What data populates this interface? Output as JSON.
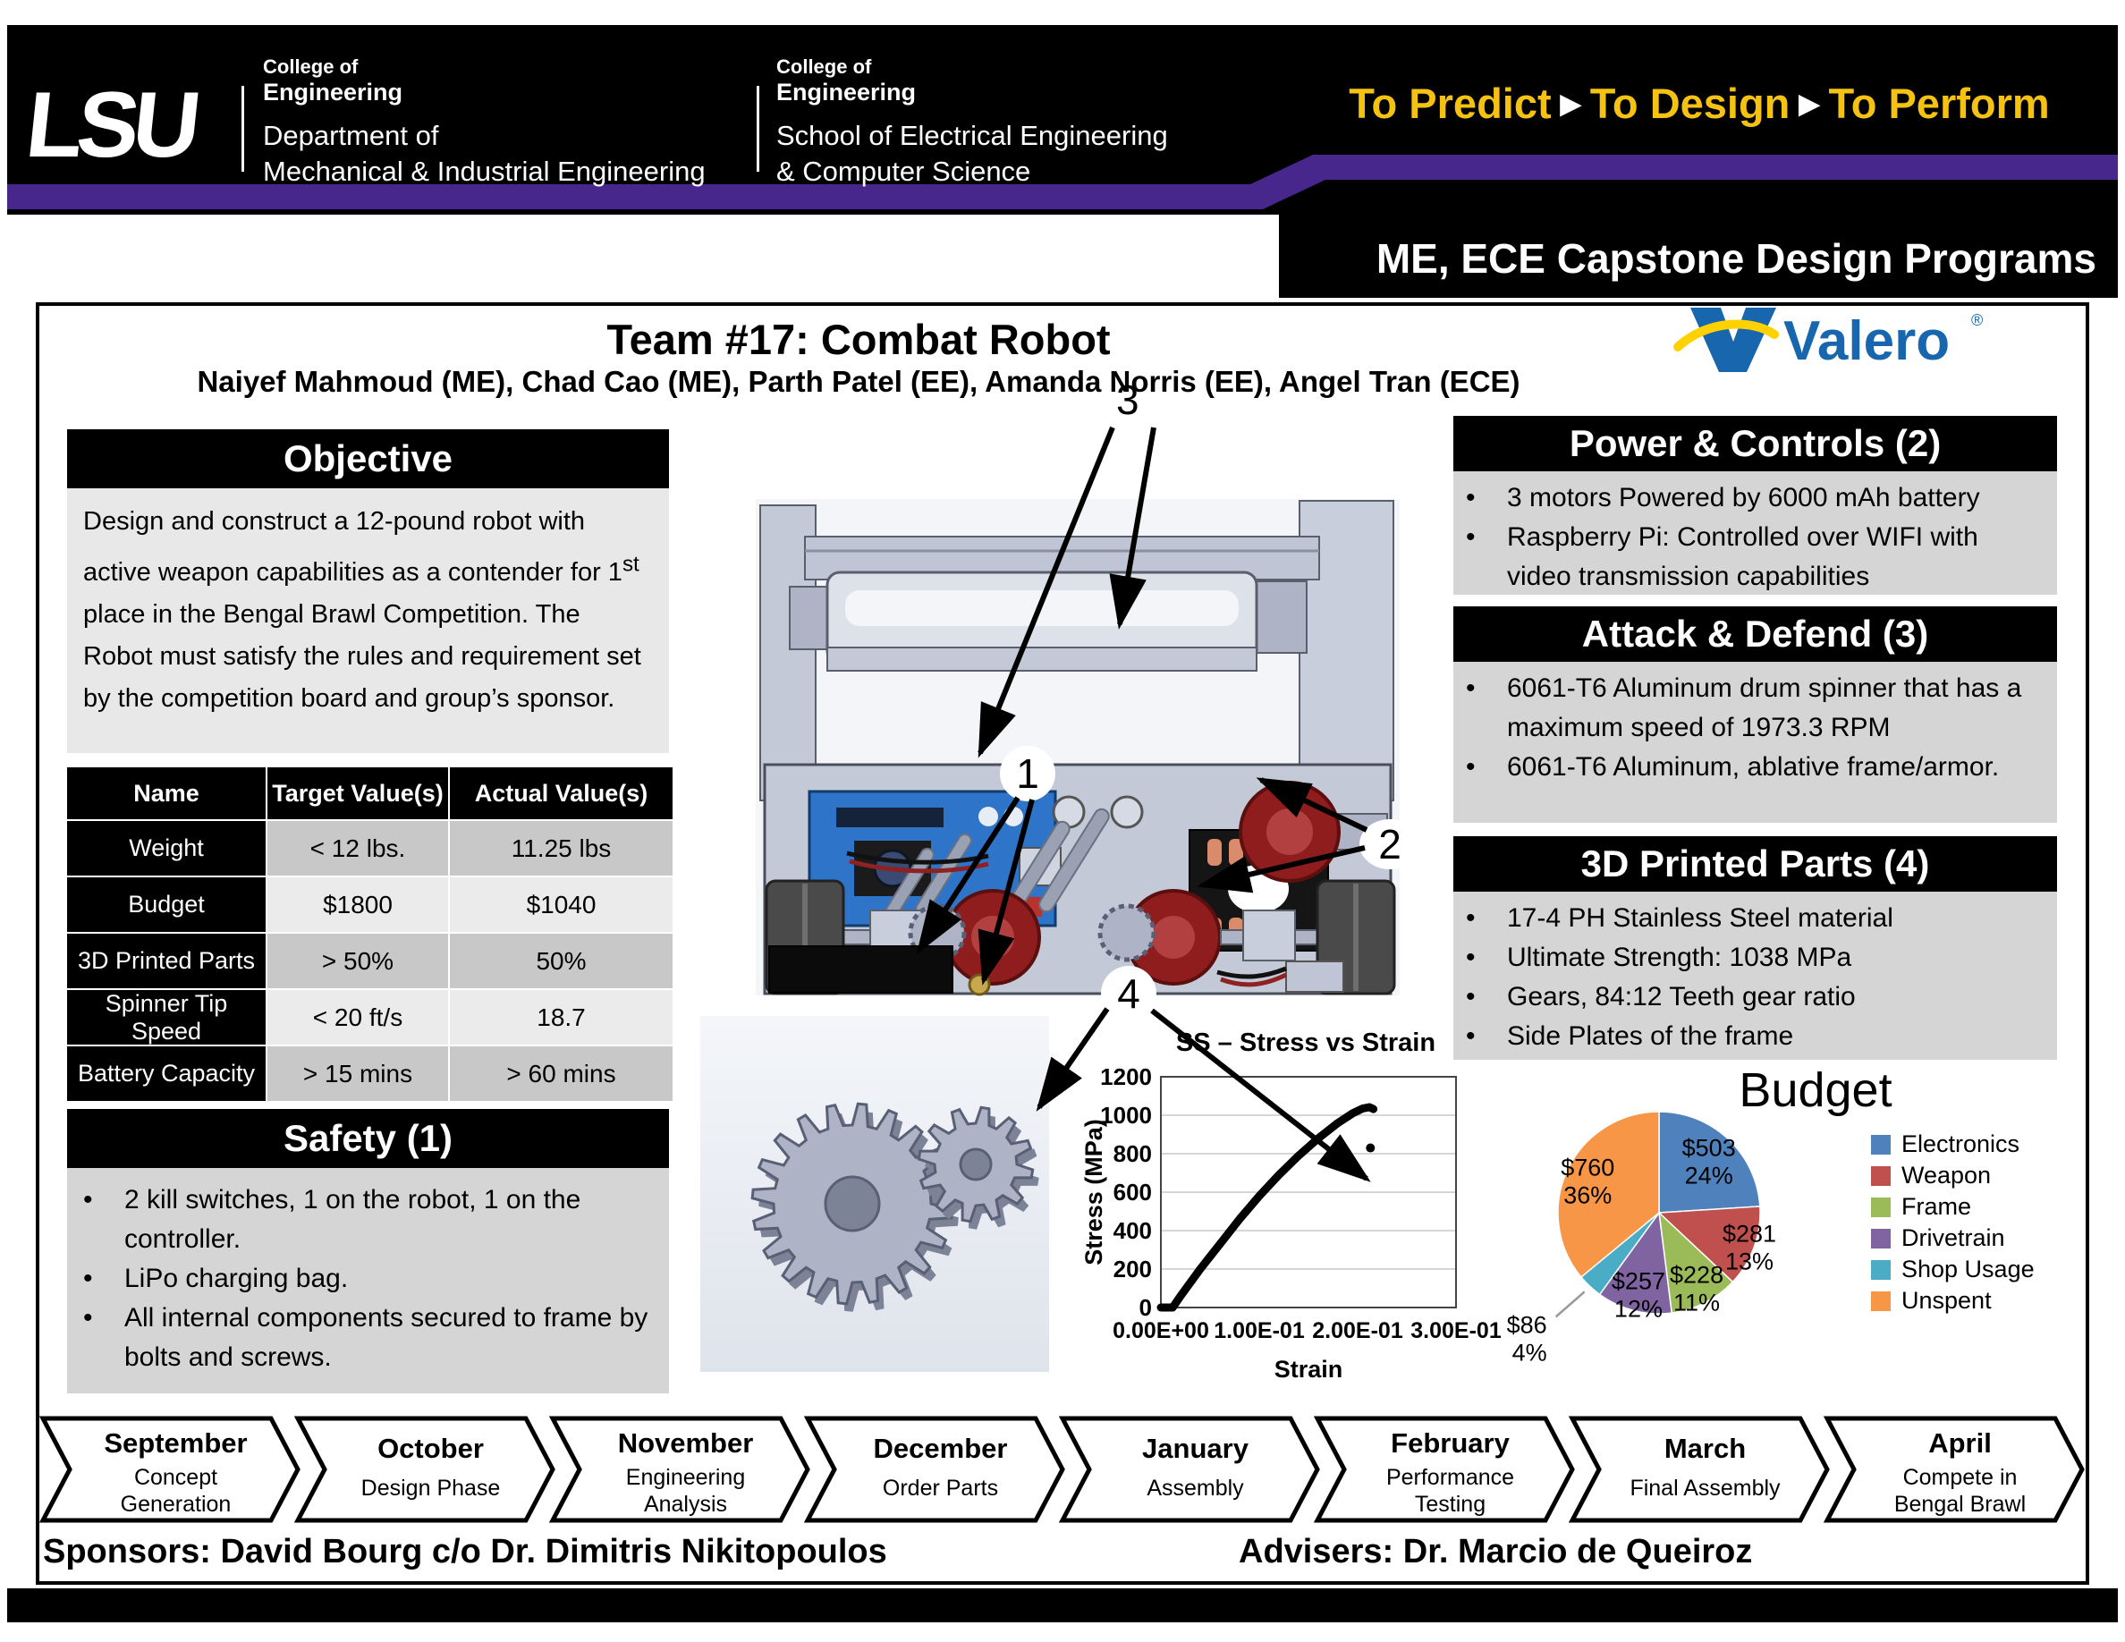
{
  "header": {
    "lsu_logo_text": "LSU",
    "left_college": {
      "line1": "College of",
      "line2": "Engineering",
      "line3": "Department of",
      "line4": "Mechanical & Industrial Engineering"
    },
    "right_college": {
      "line1": "College of",
      "line2": "Engineering",
      "line3": "School of Electrical Engineering",
      "line4": "& Computer Science"
    },
    "slogan": {
      "part1": "To Predict",
      "part2": "To Design",
      "part3": "To Perform",
      "separator": "▶"
    },
    "program_line": "ME, ECE Capstone Design Programs",
    "colors": {
      "lsu_purple": "#48278C",
      "gold": "#F5C211"
    }
  },
  "title_block": {
    "team_title": "Team #17: Combat Robot",
    "members": "Naiyef Mahmoud (ME), Chad Cao (ME), Parth Patel (EE), Amanda Norris (EE), Angel Tran (ECE)",
    "sponsor_logo": {
      "brand": "Valero",
      "registered": "®",
      "blue": "#1766AE",
      "yellow": "#FFD100"
    }
  },
  "objective": {
    "heading": "Objective",
    "text_before_sup": "Design and construct a 12-pound robot with active weapon capabilities as a contender for 1",
    "sup": "st",
    "text_after_sup": " place in the Bengal Brawl Competition.  The Robot must satisfy the rules and requirement set by the competition board and group’s sponsor."
  },
  "spec_table": {
    "headers": [
      "Name",
      "Target Value(s)",
      "Actual Value(s)"
    ],
    "rows": [
      [
        "Weight",
        "< 12 lbs.",
        "11.25 lbs"
      ],
      [
        "Budget",
        "$1800",
        "$1040"
      ],
      [
        "3D Printed Parts",
        "> 50%",
        "50%"
      ],
      [
        "Spinner Tip Speed",
        "< 20 ft/s",
        "18.7"
      ],
      [
        "Battery Capacity",
        "> 15 mins",
        "> 60 mins"
      ]
    ]
  },
  "safety": {
    "heading": "Safety (1)",
    "bullets": [
      "2 kill switches, 1 on the robot, 1 on the controller.",
      "LiPo charging bag.",
      "All internal components secured to frame by bolts and screws."
    ]
  },
  "power_controls": {
    "heading": "Power & Controls (2)",
    "bullets": [
      "3 motors Powered by 6000 mAh battery",
      "Raspberry Pi: Controlled over WIFI with video transmission capabilities"
    ]
  },
  "attack_defend": {
    "heading": "Attack & Defend (3)",
    "bullets": [
      "6061-T6 Aluminum drum spinner that has a maximum speed of 1973.3 RPM",
      "6061-T6 Aluminum, ablative frame/armor."
    ]
  },
  "printed_parts": {
    "heading": "3D Printed Parts (4)",
    "bullets": [
      "17-4 PH Stainless Steel material",
      "Ultimate Strength: 1038 MPa",
      "Gears, 84:12 Teeth gear ratio",
      "Side Plates of the frame"
    ]
  },
  "callouts": {
    "labels": [
      "1",
      "2",
      "3",
      "4"
    ]
  },
  "chart_data": [
    {
      "type": "pie",
      "title": "Budget",
      "legend_position": "right",
      "start_angle_deg": 0,
      "direction": "clockwise",
      "slices": [
        {
          "label": "Electronics",
          "value": 503,
          "pct": 24,
          "color": "#4F81BD",
          "value_label": "$503",
          "pct_label": "24%",
          "label_mode": "inside",
          "rf": 0.72
        },
        {
          "label": "Weapon",
          "value": 281,
          "pct": 13,
          "color": "#C0504D",
          "value_label": "$281",
          "pct_label": "13%",
          "label_mode": "inside",
          "rf": 0.95
        },
        {
          "label": "Frame",
          "value": 228,
          "pct": 11,
          "color": "#9BBB59",
          "value_label": "$228",
          "pct_label": "11%",
          "label_mode": "inside",
          "rf": 0.82
        },
        {
          "label": "Drivetrain",
          "value": 257,
          "pct": 12,
          "color": "#8064A2",
          "value_label": "$257",
          "pct_label": "12%",
          "label_mode": "inside",
          "rf": 0.82
        },
        {
          "label": "Shop Usage",
          "value": 86,
          "pct": 4,
          "color": "#4BACC6",
          "value_label": "$86",
          "pct_label": "4%",
          "label_mode": "outside",
          "rf": 1.0
        },
        {
          "label": "Unspent",
          "value": 760,
          "pct": 36,
          "color": "#F79646",
          "value_label": "$760",
          "pct_label": "36%",
          "label_mode": "inside",
          "rf": 0.78
        }
      ]
    },
    {
      "type": "line",
      "title": "SS – Stress vs Strain",
      "xlabel": "Strain",
      "ylabel": "Stress (MPa)",
      "xlim": [
        0,
        0.3
      ],
      "ylim": [
        0,
        1200
      ],
      "x_ticks": [
        "0.00E+00",
        "1.00E-01",
        "2.00E-01",
        "3.00E-01"
      ],
      "y_ticks": [
        0,
        200,
        400,
        600,
        800,
        1000,
        1200
      ],
      "grid": "horizontal",
      "series": [
        {
          "name": "17-4 PH Stainless Steel",
          "points": [
            [
              0,
              0
            ],
            [
              0.012,
              0
            ],
            [
              0.02,
              60
            ],
            [
              0.04,
              200
            ],
            [
              0.06,
              330
            ],
            [
              0.08,
              460
            ],
            [
              0.1,
              580
            ],
            [
              0.12,
              690
            ],
            [
              0.14,
              790
            ],
            [
              0.16,
              880
            ],
            [
              0.18,
              960
            ],
            [
              0.195,
              1010
            ],
            [
              0.205,
              1035
            ],
            [
              0.212,
              1042
            ],
            [
              0.216,
              1032
            ]
          ]
        }
      ],
      "outlier_point": [
        0.213,
        830
      ]
    }
  ],
  "timeline": [
    {
      "month": "September",
      "phase_lines": [
        "Concept",
        "Generation"
      ]
    },
    {
      "month": "October",
      "phase_lines": [
        "Design Phase"
      ]
    },
    {
      "month": "November",
      "phase_lines": [
        "Engineering",
        "Analysis"
      ]
    },
    {
      "month": "December",
      "phase_lines": [
        "Order Parts"
      ]
    },
    {
      "month": "January",
      "phase_lines": [
        "Assembly"
      ]
    },
    {
      "month": "February",
      "phase_lines": [
        "Performance",
        "Testing"
      ]
    },
    {
      "month": "March",
      "phase_lines": [
        "Final Assembly"
      ]
    },
    {
      "month": "April",
      "phase_lines": [
        "Compete in",
        "Bengal Brawl"
      ]
    }
  ],
  "footer": {
    "sponsors": "Sponsors: David Bourg c/o Dr. Dimitris Nikitopoulos",
    "advisers": "Advisers: Dr. Marcio de Queiroz"
  }
}
